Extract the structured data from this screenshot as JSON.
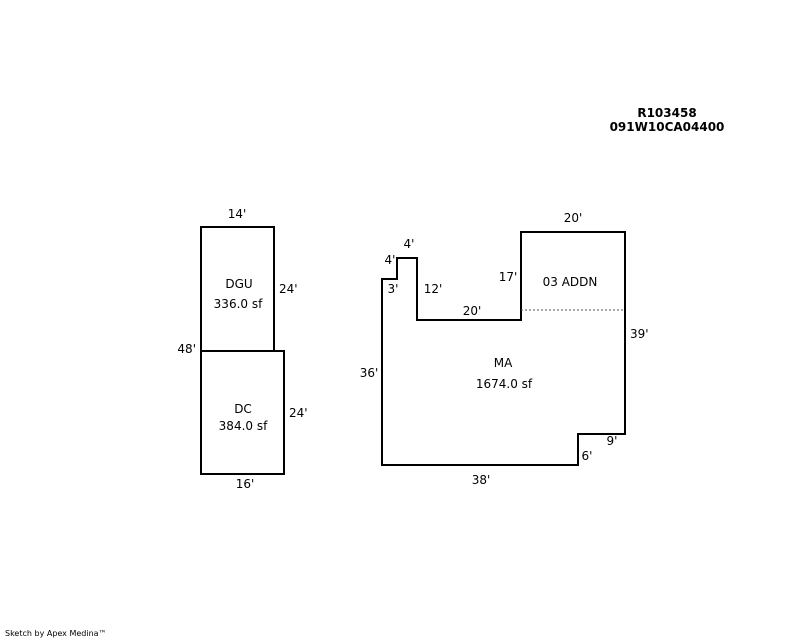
{
  "parcel": {
    "account": "R103458",
    "map_number": "091W10CA04400"
  },
  "areas": {
    "dgu": {
      "name": "DGU",
      "size": "336.0 sf"
    },
    "dc": {
      "name": "DC",
      "size": "384.0 sf"
    },
    "ma": {
      "name": "MA",
      "size": "1674.0 sf"
    },
    "addn": {
      "name": "03 ADDN"
    }
  },
  "dimensions": {
    "dgu_top": "14'",
    "dgu_right": "24'",
    "left_48": "48'",
    "dc_right": "24'",
    "dc_bottom": "16'",
    "ma_notch_left": "4'",
    "ma_notch_top": "4'",
    "ma_3": "3'",
    "ma_12": "12'",
    "ma_20_inner": "20'",
    "ma_17": "17'",
    "addn_top": "20'",
    "ma_39": "39'",
    "ma_36": "36'",
    "ma_9": "9'",
    "ma_6": "6'",
    "ma_38": "38'"
  },
  "footer": {
    "credit": "Sketch by Apex Medina™"
  }
}
